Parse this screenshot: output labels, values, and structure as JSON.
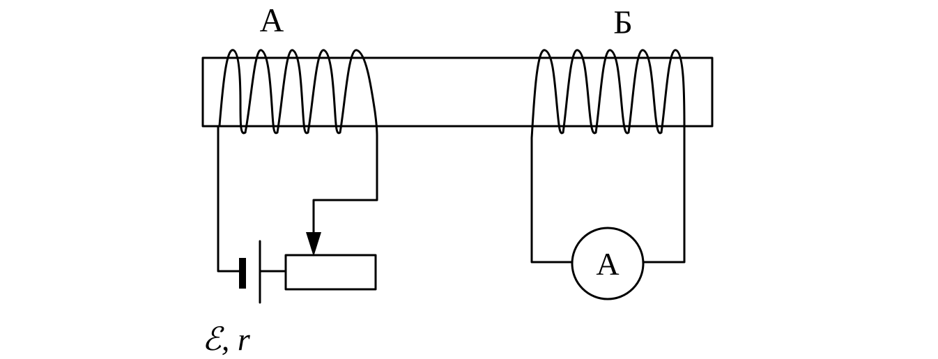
{
  "labels": {
    "coil_a": "А",
    "coil_b": "Б",
    "ammeter": "A",
    "emf": "ℰ, r"
  },
  "colors": {
    "line": "#000000",
    "background": "#ffffff"
  }
}
